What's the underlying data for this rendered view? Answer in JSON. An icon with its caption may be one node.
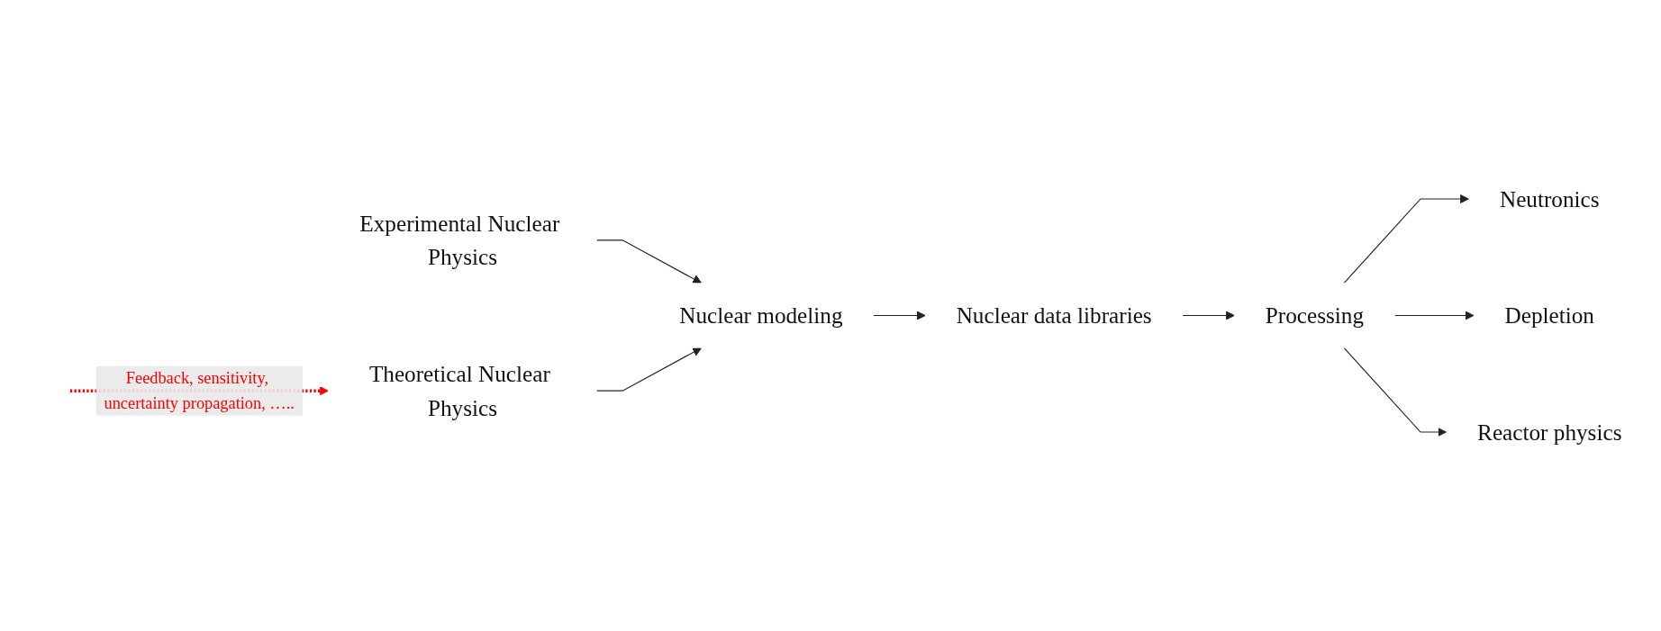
{
  "diagram": {
    "nodes": [
      {
        "text": [
          "Experimental Nuclear Physics"
        ]
      },
      {
        "text": [
          "Theoretical Nuclear Physics"
        ]
      },
      {
        "text": [
          "Nuclear modeling"
        ]
      },
      {
        "text": [
          "Nuclear data libraries"
        ]
      },
      {
        "text": [
          "Processing"
        ]
      },
      {
        "text": [
          "Neutronics"
        ]
      },
      {
        "text": [
          "Depletion"
        ]
      },
      {
        "text": [
          "Reactor physics"
        ]
      }
    ],
    "edges": [
      {
        "from": 0,
        "to": 2,
        "arrow": "to"
      },
      {
        "from": 1,
        "to": 2,
        "arrow": "to"
      },
      {
        "from": 2,
        "to": 3,
        "arrow": "to"
      },
      {
        "from": 3,
        "to": 4,
        "arrow": "to"
      },
      {
        "from": 4,
        "to": 5,
        "arrow": "to"
      },
      {
        "from": 4,
        "to": 6,
        "arrow": "to"
      },
      {
        "from": 4,
        "to": 7,
        "arrow": "to"
      },
      {
        "from": null,
        "to": 1,
        "arrow": "to",
        "label": "Feedback, sensitivity, uncertainty propagation, …..",
        "style": "dashed",
        "color": "#ff0000"
      }
    ]
  }
}
